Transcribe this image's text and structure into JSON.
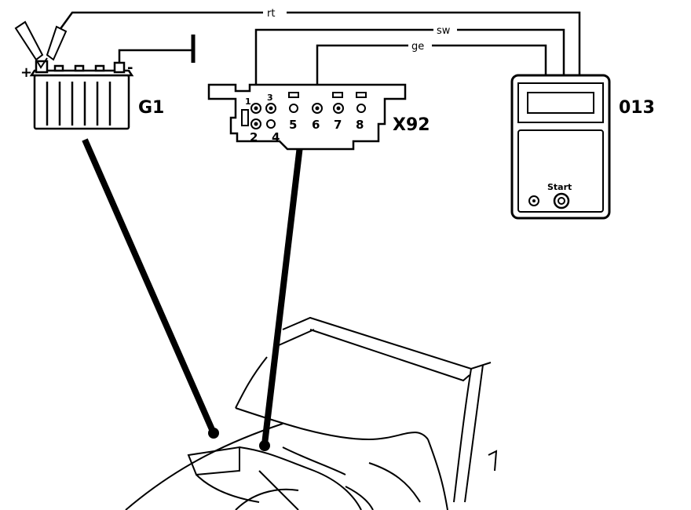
{
  "components": {
    "battery": {
      "label": "G1",
      "plus": "+",
      "minus": "-"
    },
    "connector": {
      "label": "X92",
      "pins": [
        "1",
        "2",
        "3",
        "4",
        "5",
        "6",
        "7",
        "8"
      ]
    },
    "tester": {
      "label": "013",
      "start_label": "Start"
    }
  },
  "wires": {
    "red": "rt",
    "black": "sw",
    "yellow": "ge"
  }
}
